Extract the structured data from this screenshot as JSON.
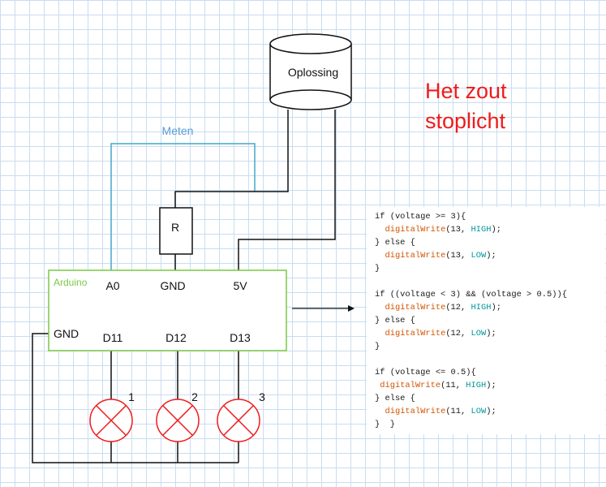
{
  "title": {
    "line1": "Het zout",
    "line2": "stoplicht"
  },
  "labels": {
    "container": "Oplossing",
    "meten": "Meten",
    "resistor": "R",
    "arduino": "Arduino",
    "a0": "A0",
    "gnd_top": "GND",
    "v5": "5V",
    "gnd_left": "GND",
    "d11": "D11",
    "d12": "D12",
    "d13": "D13",
    "lamp1": "1",
    "lamp2": "2",
    "lamp3": "3"
  },
  "code": [
    [
      {
        "t": "if (voltage >= 3){"
      }
    ],
    [
      {
        "t": "  "
      },
      {
        "t": "digitalWrite",
        "c": "fn"
      },
      {
        "t": "(13, "
      },
      {
        "t": "HIGH",
        "c": "const"
      },
      {
        "t": ");"
      }
    ],
    [
      {
        "t": "} else {"
      }
    ],
    [
      {
        "t": "  "
      },
      {
        "t": "digitalWrite",
        "c": "fn"
      },
      {
        "t": "(13, "
      },
      {
        "t": "LOW",
        "c": "const"
      },
      {
        "t": ");"
      }
    ],
    [
      {
        "t": "}"
      }
    ],
    [],
    [
      {
        "t": "if ((voltage < 3) && (voltage > 0.5)){"
      }
    ],
    [
      {
        "t": "  "
      },
      {
        "t": "digitalWrite",
        "c": "fn"
      },
      {
        "t": "(12, "
      },
      {
        "t": "HIGH",
        "c": "const"
      },
      {
        "t": ");"
      }
    ],
    [
      {
        "t": "} else {"
      }
    ],
    [
      {
        "t": "  "
      },
      {
        "t": "digitalWrite",
        "c": "fn"
      },
      {
        "t": "(12, "
      },
      {
        "t": "LOW",
        "c": "const"
      },
      {
        "t": ");"
      }
    ],
    [
      {
        "t": "}"
      }
    ],
    [],
    [
      {
        "t": "if (voltage <= 0.5){"
      }
    ],
    [
      {
        "t": " "
      },
      {
        "t": "digitalWrite",
        "c": "fn"
      },
      {
        "t": "(11, "
      },
      {
        "t": "HIGH",
        "c": "const"
      },
      {
        "t": ");"
      }
    ],
    [
      {
        "t": "} else {"
      }
    ],
    [
      {
        "t": "  "
      },
      {
        "t": "digitalWrite",
        "c": "fn"
      },
      {
        "t": "(11, "
      },
      {
        "t": "LOW",
        "c": "const"
      },
      {
        "t": ");"
      }
    ],
    [
      {
        "t": "}  }"
      }
    ]
  ],
  "colors": {
    "wire": "#111111",
    "meten_wire": "#45a6cc",
    "meten_label": "#5b9bd5",
    "arduino_outline": "#7ac943",
    "arduino_label": "#7ac943",
    "lamp": "#ee1c1c",
    "title": "#ee1c1c",
    "code_function": "#d35400",
    "code_constant": "#00979c"
  },
  "icons": {
    "container": "cylinder-icon",
    "lamp": "lamp-cross-icon",
    "arrow": "arrow-right-icon"
  }
}
